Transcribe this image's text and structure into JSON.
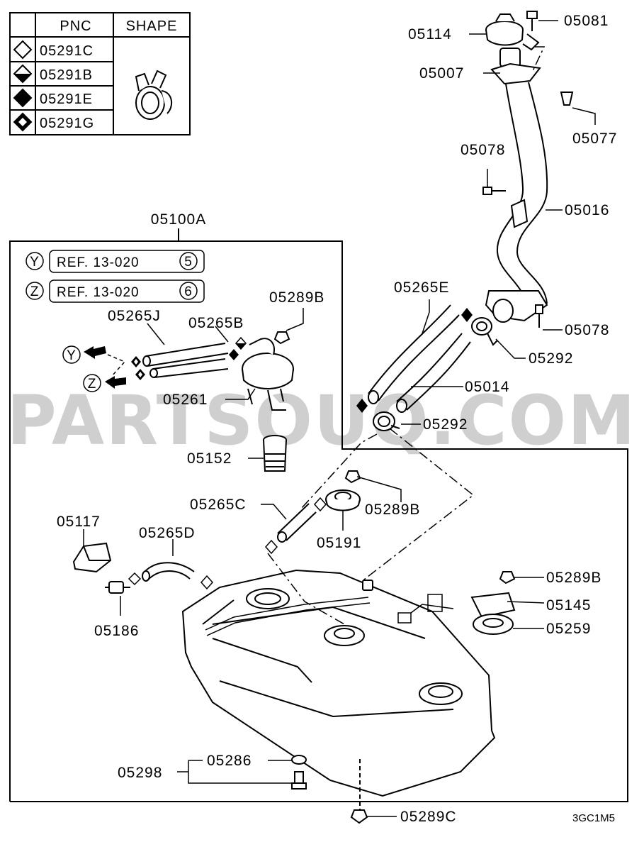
{
  "legend": {
    "header_pnc": "PNC",
    "header_shape": "SHAPE",
    "rows": [
      {
        "pnc": "05291C",
        "icon": "diamond-outline-icon"
      },
      {
        "pnc": "05291B",
        "icon": "diamond-half-icon"
      },
      {
        "pnc": "05291E",
        "icon": "diamond-filled-icon"
      },
      {
        "pnc": "05291G",
        "icon": "diamond-quarter-icon"
      }
    ]
  },
  "assembly_label": "05100A",
  "refs": [
    {
      "letter": "Y",
      "text": "REF. 13-020",
      "num": "5"
    },
    {
      "letter": "Z",
      "text": "REF. 13-020",
      "num": "6"
    }
  ],
  "arrow_letters": {
    "y": "Y",
    "z": "Z"
  },
  "parts": {
    "p05114": "05114",
    "p05081": "05081",
    "p05007": "05007",
    "p05077": "05077",
    "p05078a": "05078",
    "p05016": "05016",
    "p05265e": "05265E",
    "p05078b": "05078",
    "p05292a": "05292",
    "p05014": "05014",
    "p05292b": "05292",
    "p05289b1": "05289B",
    "p05265j": "05265J",
    "p05265b": "05265B",
    "p05261": "05261",
    "p05152": "05152",
    "p05265c": "05265C",
    "p05289b2": "05289B",
    "p05191": "05191",
    "p05117": "05117",
    "p05265d": "05265D",
    "p05186": "05186",
    "p05289b3": "05289B",
    "p05145": "05145",
    "p05259": "05259",
    "p05298": "05298",
    "p05286": "05286",
    "p05289c": "05289C"
  },
  "watermark": "PARTSOUQ.COM",
  "diagram_code": "3GC1M5"
}
